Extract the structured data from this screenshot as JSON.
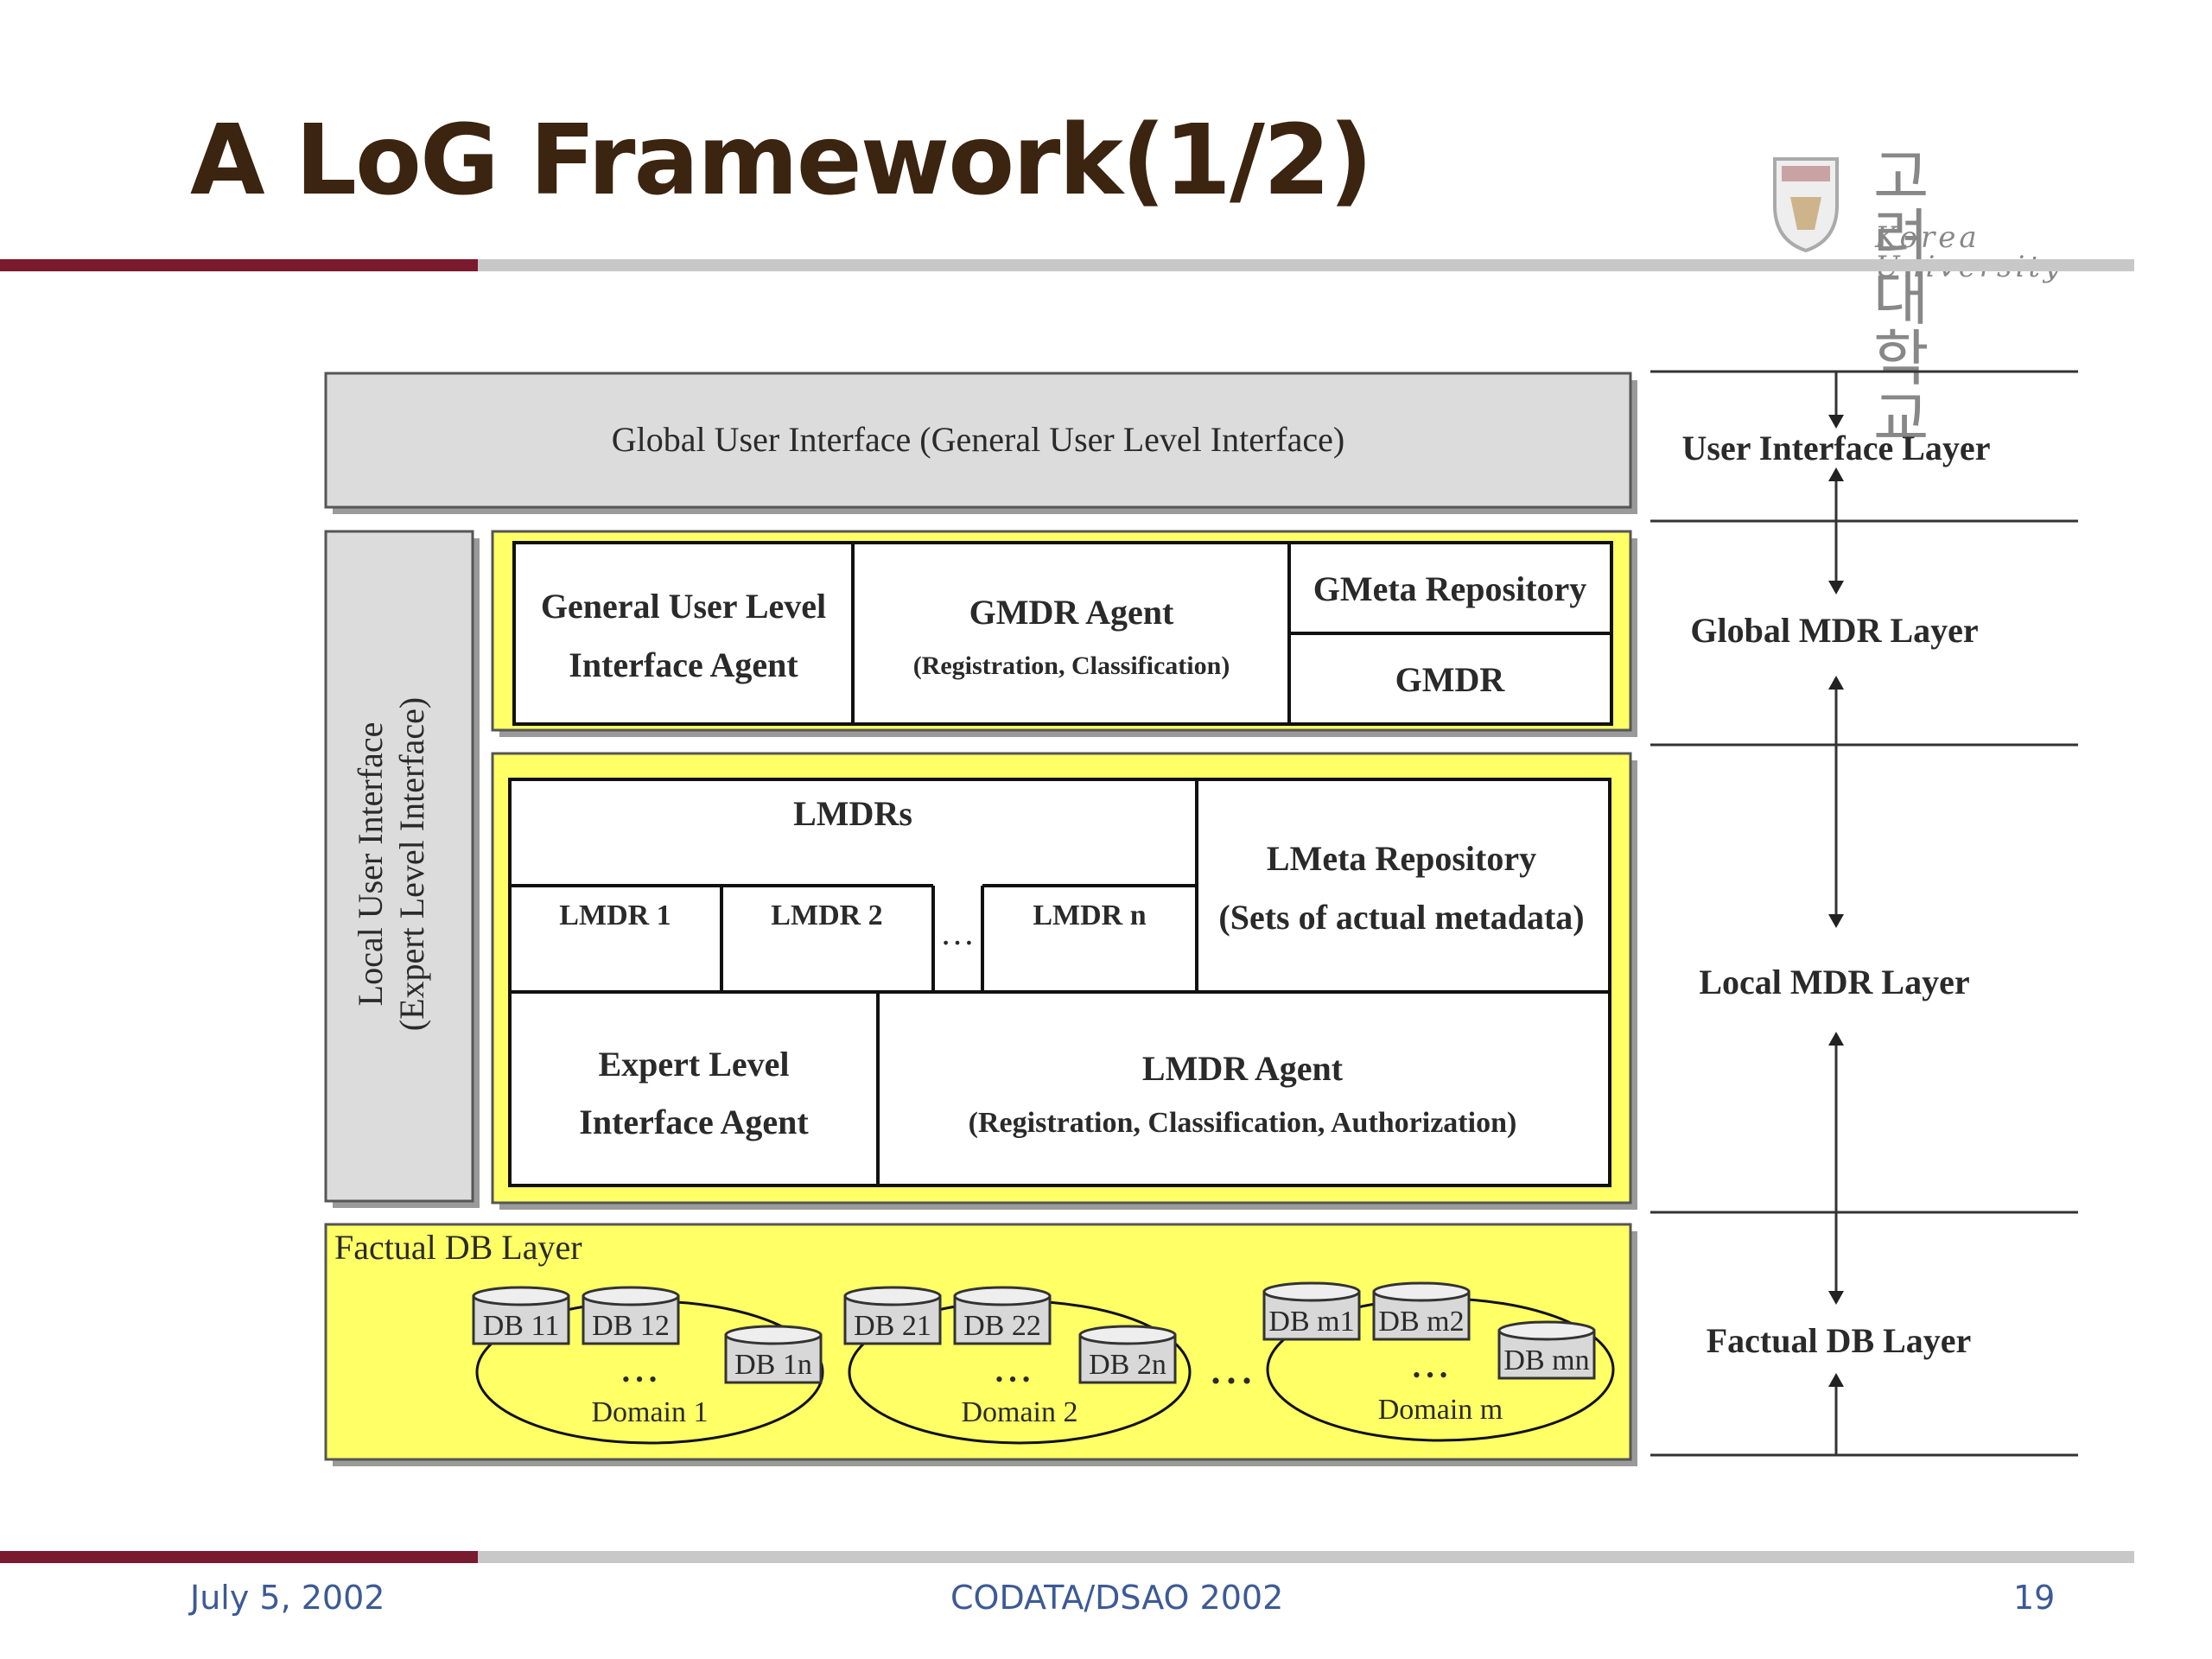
{
  "slide": {
    "title": "A LoG Framework(1/2)",
    "logo_korean": "고려대학교",
    "logo_english": "Korea University"
  },
  "footer": {
    "date": "July 5, 2002",
    "conference": "CODATA/DSAO 2002",
    "page": "19"
  },
  "diagram": {
    "global_ui": "Global User Interface (General User Level Interface)",
    "local_ui_line1": "Local User Interface",
    "local_ui_line2": "(Expert Level Interface)",
    "general_agent_line1": "General User Level",
    "general_agent_line2": "Interface Agent",
    "gmdr_agent_title": "GMDR  Agent",
    "gmdr_agent_sub": "(Registration, Classification)",
    "gmeta_repository": "GMeta Repository",
    "gmdr": "GMDR",
    "lmdrs": "LMDRs",
    "lmdr_1": "LMDR 1",
    "lmdr_2": "LMDR 2",
    "lmdr_dots": "…",
    "lmdr_n": "LMDR n",
    "lmeta_title": "LMeta Repository",
    "lmeta_sub": "(Sets of actual metadata)",
    "expert_agent_line1": "Expert Level",
    "expert_agent_line2": "Interface Agent",
    "lmdr_agent_title": "LMDR Agent",
    "lmdr_agent_sub": "(Registration, Classification, Authorization)",
    "factual_db_label": "Factual DB Layer",
    "domains": [
      {
        "label": "Domain 1",
        "db_a": "DB 11",
        "db_b": "DB 12",
        "db_c": "DB 1n",
        "dots": "• • •"
      },
      {
        "label": "Domain 2",
        "db_a": "DB 21",
        "db_b": "DB 22",
        "db_c": "DB 2n",
        "dots": "• • •"
      },
      {
        "label": "Domain m",
        "db_a": "DB m1",
        "db_b": "DB m2",
        "db_c": "DB mn",
        "dots": "• • •"
      }
    ],
    "between_domains_dots": "• • •",
    "layers": {
      "user_interface": "User Interface Layer",
      "global_mdr": "Global MDR  Layer",
      "local_mdr": "Local  MDR Layer",
      "factual_db": "Factual DB Layer"
    },
    "colors": {
      "yellow": "#ffff66",
      "gray_box": "#dcdcdc",
      "accent_rule": "#7a1a2e",
      "footer_text": "#3c5a96"
    }
  }
}
